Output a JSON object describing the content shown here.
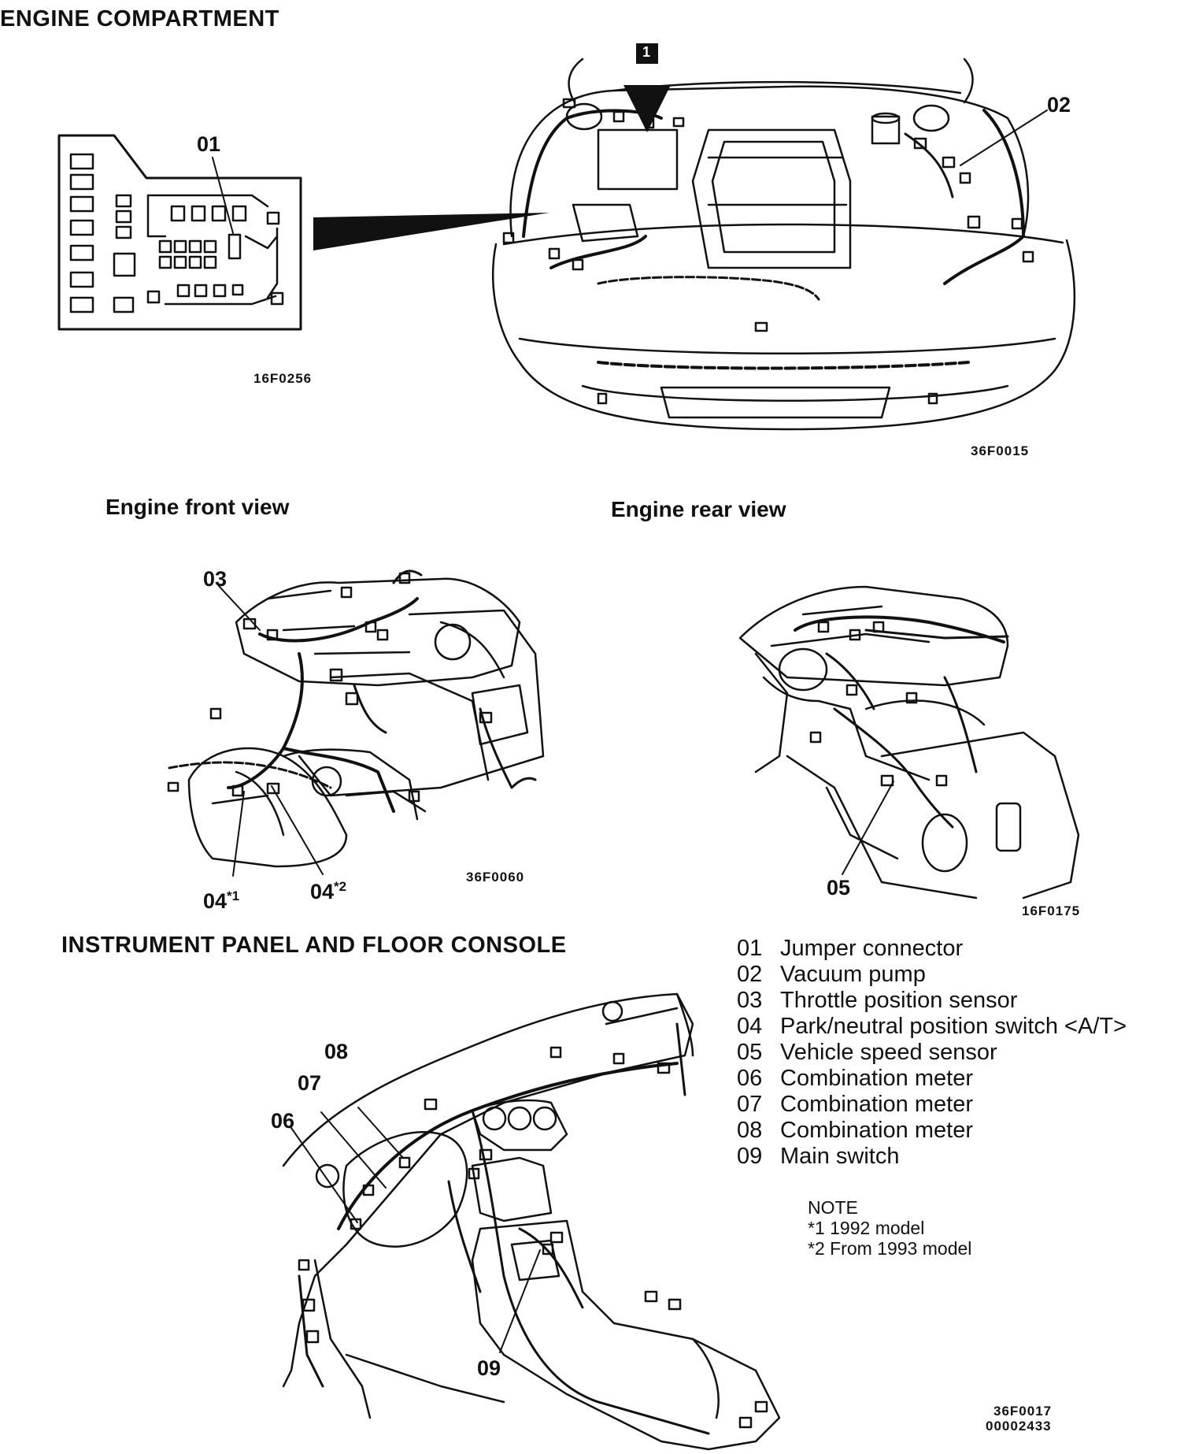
{
  "sections": {
    "engine_compartment": "ENGINE COMPARTMENT",
    "engine_front_view": "Engine front view",
    "engine_rear_view": "Engine rear view",
    "instrument_panel": "INSTRUMENT PANEL AND FLOOR CONSOLE"
  },
  "figure_codes": {
    "relay_box": "16F0256",
    "engine_bay": "36F0015",
    "engine_front": "36F0060",
    "engine_rear": "16F0175",
    "instrument_panel": "36F0017",
    "document": "00002433"
  },
  "view_marker": "1",
  "callouts": {
    "c01": "01",
    "c02": "02",
    "c03": "03",
    "c04a": "04",
    "c04a_note": "*1",
    "c04b": "04",
    "c04b_note": "*2",
    "c05": "05",
    "c06": "06",
    "c07": "07",
    "c08": "08",
    "c09": "09"
  },
  "legend": [
    {
      "num": "01",
      "label": "Jumper connector"
    },
    {
      "num": "02",
      "label": "Vacuum pump"
    },
    {
      "num": "03",
      "label": "Throttle position sensor"
    },
    {
      "num": "04",
      "label": "Park/neutral position switch <A/T>"
    },
    {
      "num": "05",
      "label": "Vehicle speed sensor"
    },
    {
      "num": "06",
      "label": "Combination meter"
    },
    {
      "num": "07",
      "label": "Combination meter"
    },
    {
      "num": "08",
      "label": "Combination meter"
    },
    {
      "num": "09",
      "label": "Main switch"
    }
  ],
  "note": {
    "title": "NOTE",
    "line1": "*1 1992 model",
    "line2": "*2 From 1993 model"
  }
}
